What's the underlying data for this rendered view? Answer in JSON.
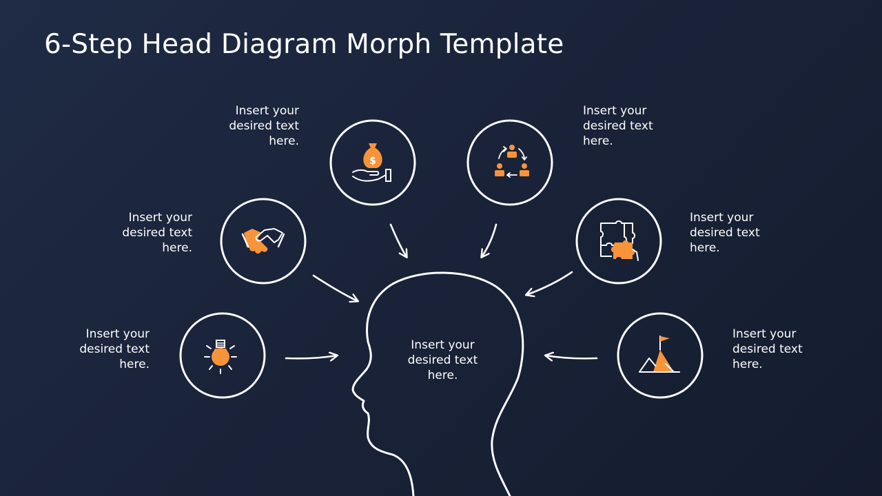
{
  "title": "6-Step Head Diagram Morph Template",
  "colors": {
    "accent": "#f7943a",
    "stroke": "#ffffff",
    "background": "#1b2439"
  },
  "steps": [
    {
      "icon": "money-bag-hand-icon",
      "text_lines": [
        "Insert your",
        "desired text",
        "here."
      ]
    },
    {
      "icon": "team-cycle-icon",
      "text_lines": [
        "Insert your",
        "desired text",
        "here."
      ]
    },
    {
      "icon": "handshake-icon",
      "text_lines": [
        "Insert your",
        "desired text",
        "here."
      ]
    },
    {
      "icon": "puzzle-icon",
      "text_lines": [
        "Insert your",
        "desired text",
        "here."
      ]
    },
    {
      "icon": "lightbulb-icon",
      "text_lines": [
        "Insert your",
        "desired text",
        "here."
      ]
    },
    {
      "icon": "mountain-flag-icon",
      "text_lines": [
        "Insert your",
        "desired text",
        "here."
      ]
    }
  ],
  "center": {
    "text_lines": [
      "Insert your",
      "desired text",
      "here."
    ]
  }
}
